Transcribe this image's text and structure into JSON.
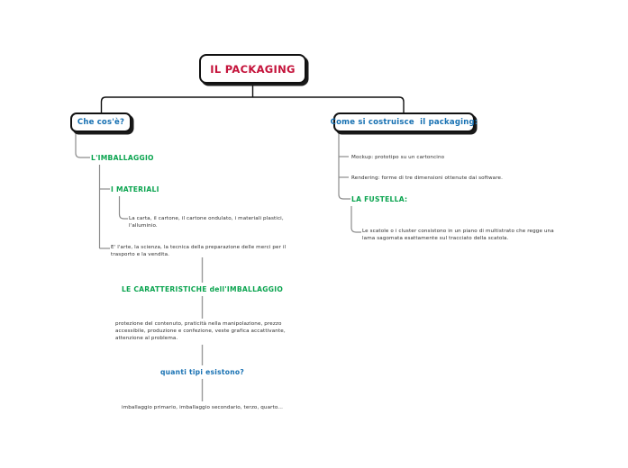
{
  "document": {
    "type": "mind-map",
    "background_color": "#ffffff",
    "colors": {
      "root_text": "#c4123a",
      "branch_text": "#1670b2",
      "heading_green": "#0aa44f",
      "body_text": "#2b2b2b",
      "box_border": "#111111",
      "connector_dark": "#111111",
      "connector_gray": "#8c8c8c"
    }
  },
  "root": {
    "label": "IL PACKAGING"
  },
  "branches": {
    "left": {
      "label": "Che cos'è?",
      "nodes": {
        "imballaggio_heading": "L'IMBALLAGGIO",
        "materiali_heading": "I MATERIALI",
        "materiali_body": "La carta, il cartone, il cartone ondulato, i materiali plastici, l'alluminio.",
        "imballaggio_body": "E' l'arte, la scienza, la tecnica della preparazione delle merci per il trasporto e la vendita.",
        "caratteristiche_heading": "LE CARATTERISTICHE dell'IMBALLAGGIO",
        "caratteristiche_body": "protezione del contenuto, praticità nella manipolazione, prezzo accessibile, produzione e confezione, veste grafica accattivante, attenzione al problema.",
        "tipi_heading": "quanti tipi esistono?",
        "tipi_body": "imballaggio primario, imballaggio secondario, terzo, quarto..."
      }
    },
    "right": {
      "label": "Come si costruisce  il packaging:",
      "nodes": {
        "mockup": "Mockup: prototipo su un cartoncino",
        "rendering": "Rendering: forme di tre dimensioni ottenute dai software.",
        "fustella_heading": "LA FUSTELLA:",
        "fustella_body": "Le scatole o i cluster consistono in un piano di multistrato che regge una lama sagomata esattamente sul tracciato della scatola."
      }
    }
  }
}
